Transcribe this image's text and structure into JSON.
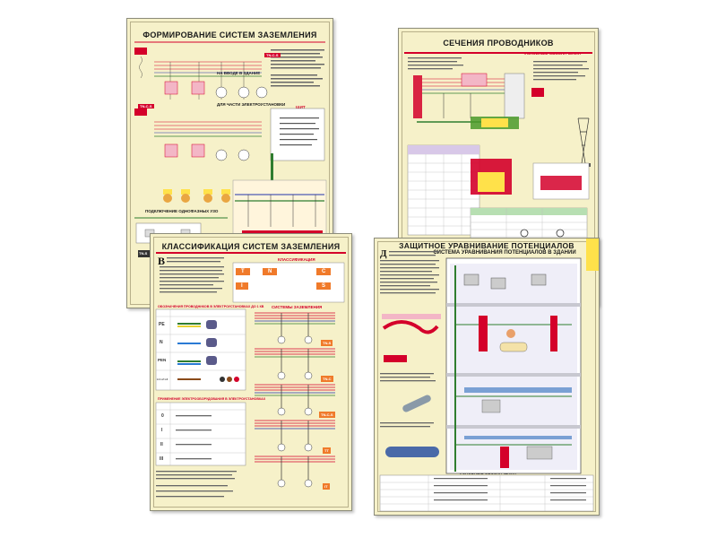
{
  "posters": [
    {
      "title": "ФОРМИРОВАНИЕ СИСТЕМ ЗАЗЕМЛЕНИЯ",
      "subtitles": [
        "НА ВВОДЕ В ЗДАНИЕ",
        "ДЛЯ ЧАСТИ ЭЛЕКТРОУСТАНОВКИ",
        "ПОДКЛЮЧЕНИЕ ОДНОФАЗНЫХ УЗО",
        "ЩИТ"
      ],
      "badges": [
        "TN-C-S",
        "TN-C-S",
        "TN-S"
      ]
    },
    {
      "title": "СЕЧЕНИЯ ПРОВОДНИКОВ",
      "subtitles": [
        "УСЛОВНЫЕ ОБОЗНАЧЕНИЯ"
      ]
    },
    {
      "title": "КЛАССИФИКАЦИЯ СИСТЕМ ЗАЗЕМЛЕНИЯ",
      "subtitles": [
        "КЛАССИФИКАЦИЯ",
        "СИСТЕМЫ ЗАЗЕМЛЕНИЯ",
        "ОБОЗНАЧЕНИЯ ПРОВОДНИКОВ В ЭЛЕКТРОУСТАНОВКАХ ДО 1 КВ",
        "ПРИМЕНЕНИЕ ЭЛЕКТРООБОРУДОВАНИЯ В ЭЛЕКТРОУСТАНОВКАХ"
      ],
      "letters": [
        "T",
        "N",
        "C",
        "S",
        "I"
      ],
      "conductors": [
        "PE",
        "N",
        "PEN",
        "L1 L2 L3"
      ],
      "badges": [
        "TN-S",
        "TN-C",
        "TN-C-S",
        "TT",
        "IT"
      ],
      "classes": [
        "0",
        "I",
        "II",
        "III"
      ]
    },
    {
      "title": "ЗАЩИТНОЕ УРАВНИВАНИЕ ПОТЕНЦИАЛОВ",
      "subtitle": "СИСТЕМА УРАВНИВАНИЯ ПОТЕНЦИАЛОВ В ЗДАНИИ",
      "subtitles": [
        "УСЛОВНЫЕ ОБОЗНАЧЕНИЯ"
      ]
    }
  ],
  "colors": {
    "paper": "#f6f1c9",
    "accent": "#d4002a",
    "ground": "#2f7d2f",
    "blue": "#2233aa"
  }
}
